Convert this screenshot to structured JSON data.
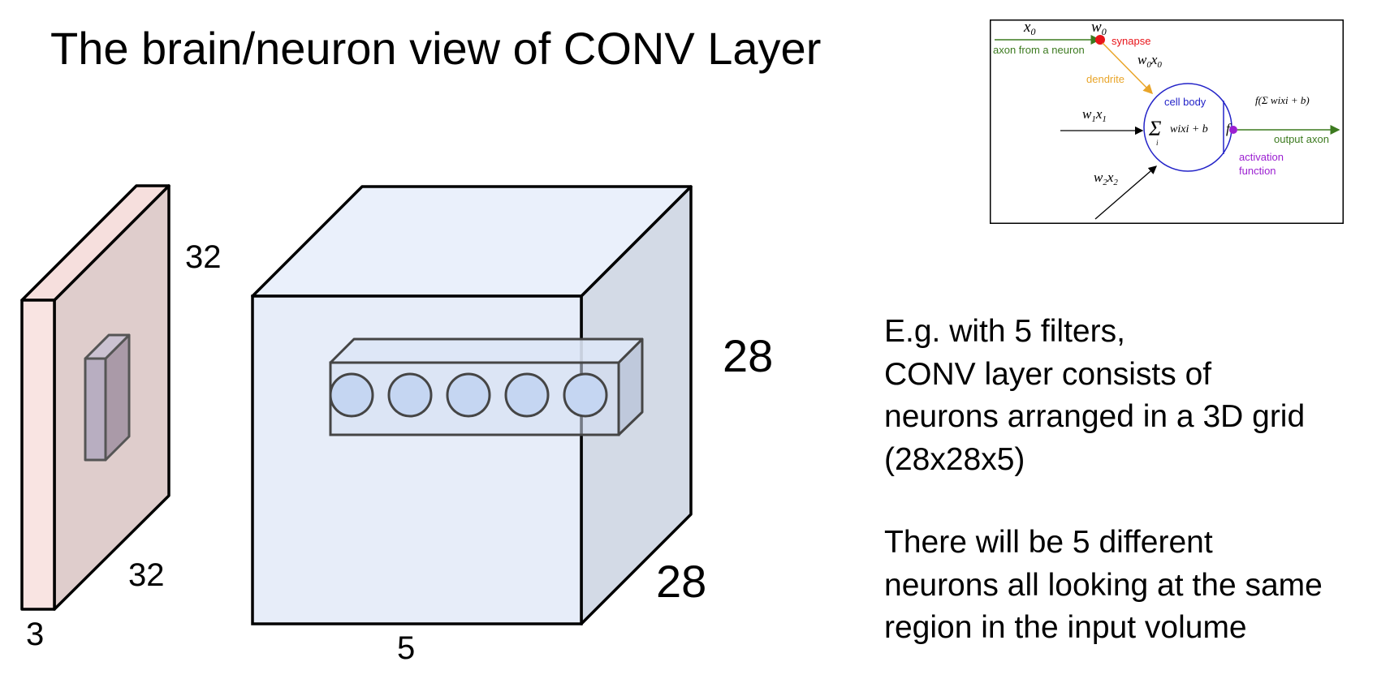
{
  "title": "The brain/neuron view of CONV Layer",
  "input_volume": {
    "height_label": "32",
    "width_label": "32",
    "depth_label": "3",
    "fill_color": "#f9e4e2",
    "receptive_field_color": "#b8aec1"
  },
  "output_volume": {
    "height_label": "28",
    "width_label": "28",
    "depth_label": "5",
    "fill_color": "#e5ecf9",
    "neuron_count": 5,
    "neuron_color": "#c5d6f2"
  },
  "neuron_inset": {
    "x0": "x",
    "x0_sub": "0",
    "w0": "w",
    "w0_sub": "0",
    "synapse": "synapse",
    "axon_from_neuron": "axon from a neuron",
    "w0x0": "w0x0",
    "dendrite": "dendrite",
    "cell_body": "cell body",
    "w1x1": "w1x1",
    "w2x2": "w2x2",
    "sum_expr": "wixi + b",
    "f": "f",
    "output_expr": "f(Σ wixi + b)",
    "output_axon": "output axon",
    "activation_function_line1": "activation",
    "activation_function_line2": "function",
    "colors": {
      "axon": "#3c7a1f",
      "synapse": "#e8141a",
      "dendrite": "#e9a52a",
      "cell_body": "#2323c8",
      "activation": "#9b1fd1",
      "output": "#3c7a1f"
    }
  },
  "explanation": {
    "paragraph1": [
      "E.g. with 5 filters,",
      "CONV layer consists of",
      "neurons arranged in a 3D grid",
      "(28x28x5)"
    ],
    "paragraph2": [
      "There will be 5 different",
      "neurons all looking at the same",
      "region in the input volume"
    ]
  }
}
